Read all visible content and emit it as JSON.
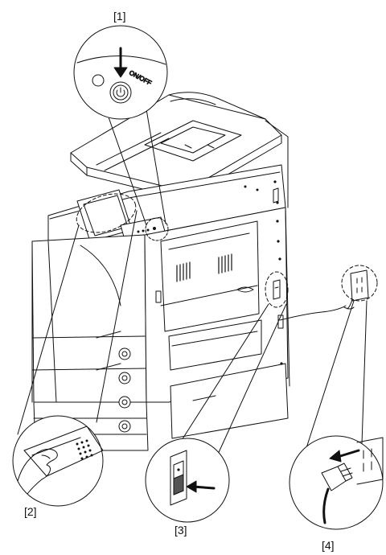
{
  "callouts": {
    "c1": "[1]",
    "c2": "[2]",
    "c3": "[3]",
    "c4": "[4]"
  },
  "switch_label": "ON/OFF",
  "colors": {
    "line": "#111111",
    "panel": "#9a9a9a",
    "panel_dark": "#555555",
    "paper": "#ffffff"
  },
  "icons": [
    "arrow-down-icon",
    "power-icon",
    "hand-pointer-icon",
    "arrow-right-icon",
    "arrow-left-icon",
    "plug-icon",
    "outlet-icon"
  ]
}
